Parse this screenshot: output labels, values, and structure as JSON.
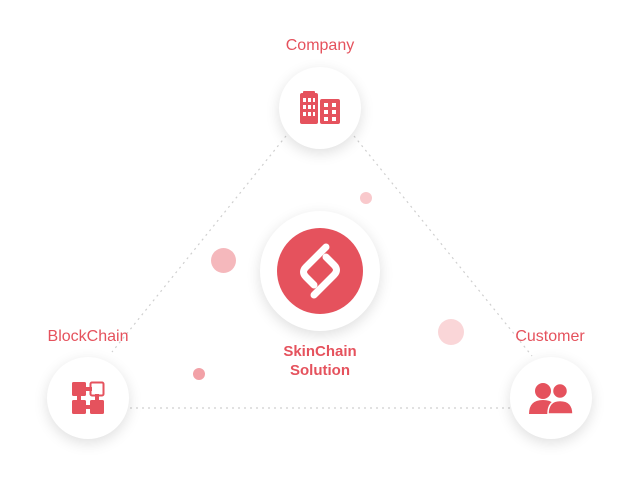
{
  "nodes": {
    "company": {
      "label": "Company",
      "icon": "building-icon"
    },
    "blockchain": {
      "label": "BlockChain",
      "icon": "blockchain-icon"
    },
    "customer": {
      "label": "Customer",
      "icon": "users-icon"
    },
    "center": {
      "line1": "SkinChain",
      "line2": "Solution",
      "icon": "skinchain-logo-icon"
    }
  },
  "colors": {
    "accent": "#e5525d",
    "dot_light": "#fad2d4",
    "dot_mid": "#f5a8ae",
    "line": "#cfcfcf"
  }
}
